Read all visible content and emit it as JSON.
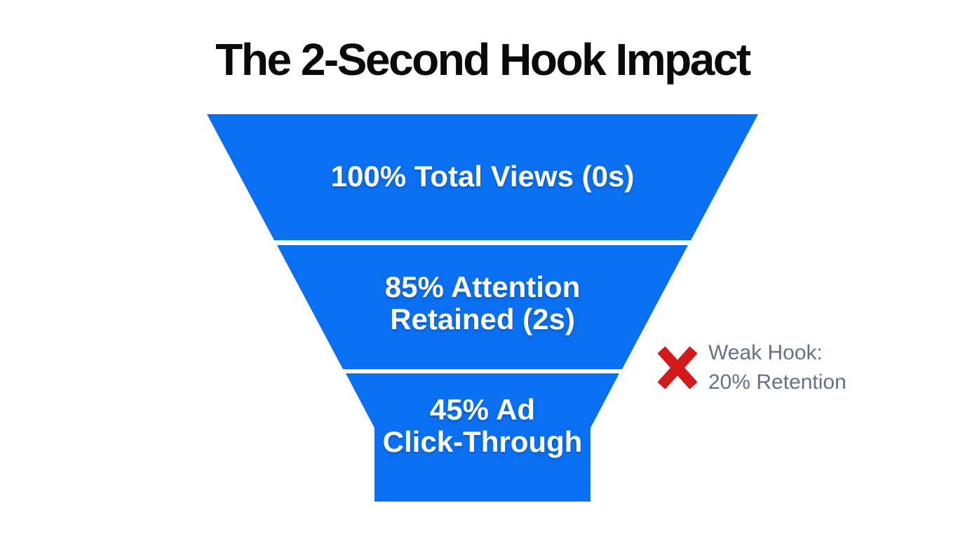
{
  "colors": {
    "background": "#ffffff",
    "funnel_blue": "#0b6ff2",
    "title_text": "#0a0a0a",
    "stage_label_text": "#ffffff",
    "annotation_text": "#667085",
    "x_mark_red": "#d21a1a"
  },
  "chart_data": {
    "type": "funnel",
    "title": "The 2-Second Hook Impact",
    "orientation": "top-wide-to-bottom-narrow",
    "stages": [
      {
        "label": "100% Total Views (0s)",
        "lines": [
          "100% Total Views (0s)"
        ],
        "value_pct": 100,
        "time_s": 0
      },
      {
        "label": "85% Attention Retained (2s)",
        "lines": [
          "85% Attention",
          "Retained (2s)"
        ],
        "value_pct": 85,
        "time_s": 2
      },
      {
        "label": "45% Ad Click-Through",
        "lines": [
          "45% Ad",
          "Click-Through"
        ],
        "value_pct": 45
      }
    ],
    "annotation": {
      "icon": "x-mark",
      "label": "Weak Hook: 20% Retention",
      "lines": [
        "Weak Hook:",
        "20% Retention"
      ],
      "retention_pct": 20,
      "position": "right-of-funnel"
    }
  }
}
